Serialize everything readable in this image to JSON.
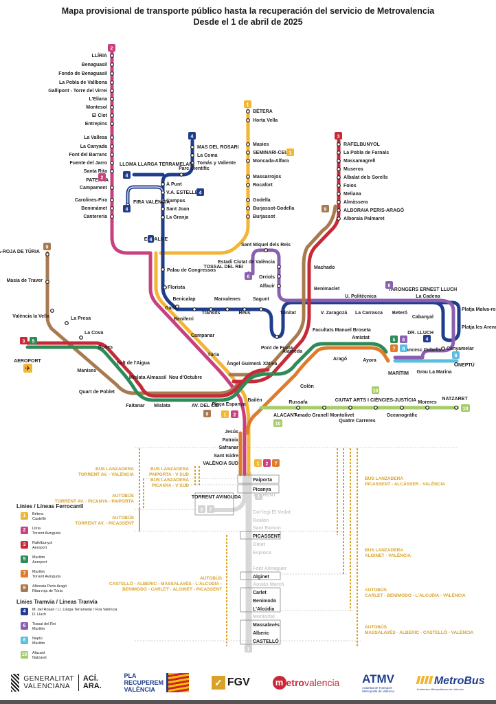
{
  "header": {
    "title": "Mapa provisional de transporte público hasta la recuperación del servicio de Metrovalencia",
    "subtitle": "Desde el 1 de abril de 2025"
  },
  "colors": {
    "line1": "#f2b535",
    "line2": "#c8407e",
    "line3": "#c72a37",
    "line4": "#1f3d8c",
    "line5": "#2e8b57",
    "line6": "#8a5fb0",
    "line7": "#e07b2a",
    "line8": "#5bbde0",
    "line9": "#a87a4f",
    "line10": "#a7cc6a",
    "bus": "#d9a227",
    "disabled": "#d3d3d3"
  },
  "line_badges": {
    "l2_top": "2",
    "l1_top": "1",
    "l4_masrosari": "4",
    "l4_lloma": "4",
    "l4_fira": "4",
    "l4_estelles": "4",
    "l1_seminari": "1",
    "l3_top": "3",
    "l9_alboraia": "9",
    "l9_ribaroja": "9",
    "l4_empalme": "4",
    "l6_tossal": "6",
    "l6_tarongers": "6",
    "l3_aero": "3",
    "l5_aero": "5",
    "l2_paterna": "2",
    "l4_drlluch": "4",
    "l5_maritim": "5",
    "l6_maritim": "6",
    "l7_maritim": "7",
    "l8_maritim": "8",
    "l8_neptu": "8",
    "l9_avcid": "9",
    "l10_ciutat": "10",
    "l10_natzaret": "10",
    "l10_alacant": "10",
    "l1_placa": "1",
    "l2_placa": "2",
    "l1_vsud": "1",
    "l2_vsud": "2",
    "l7_vsud": "7",
    "l1_torrent": "1",
    "l2_torrent": "2",
    "l7_torrent": "7",
    "l1_bottom": "1"
  },
  "stations": {
    "line2_north": [
      "LLÍRIA",
      "Benaguasil",
      "Fondo de Benaguasil",
      "La Pobla de Vallbona",
      "Gallipont - Torre del Virrei",
      "L'Eliana",
      "Montesol",
      "El Clot",
      "Entrepins",
      "La Vallesa",
      "La Canyada",
      "Font del Barranc",
      "Fuente del Jarro",
      "Santa Rita",
      "PATERNA",
      "Campament",
      "Carolines-Fira",
      "Benimàmet",
      "Cantereria"
    ],
    "line4_north": [
      "MAS DEL ROSARI",
      "La Coma",
      "Tomás y Valiente"
    ],
    "line4_center": [
      "LLOMA LLARGA TERRAMELAR",
      "Parc Científic",
      "À Punt",
      "V.A. ESTELLÉS",
      "Campus",
      "Sant Joan",
      "La Granja",
      "FIRA VALÈNCIA"
    ],
    "line1_north": [
      "BÉTERA",
      "Horta Vella",
      "Masies",
      "SEMINARI-CEU",
      "Moncada-Alfara",
      "Massarrojos",
      "Rocafort",
      "Godella",
      "Burjassot-Godella",
      "Burjassot"
    ],
    "line3_north": [
      "RAFELBUNYOL",
      "La Pobla de Farnals",
      "Massamagrell",
      "Museros",
      "Albalat dels Sorells",
      "Foios",
      "Meliana",
      "Almàssera",
      "ALBORAIA PERIS-ARAGÓ",
      "Alboraia Palmaret"
    ],
    "empalme": "EMPALME",
    "line4_city": [
      "Palau de Congressos",
      "Florista",
      "Garbí",
      "Benicalap",
      "Trànsits",
      "Marxalenes",
      "Reus",
      "Sagunt",
      "Pont de Fusta",
      "Trinitat"
    ],
    "line6": [
      "Sant Miquel dels Reis",
      "TOSSAL DEL REI",
      "Estadi Ciutat de València",
      "Orriols",
      "Alfauir"
    ],
    "line4_east": [
      "Benimaclet",
      "U. Politècnica",
      "V. Zaragozá",
      "TARONGERS ERNEST LLUCH",
      "La Carrasca",
      "Beteró",
      "La Cadena",
      "Cabanyal",
      "Platja Malva-rosa",
      "Platja les Arenes",
      "DR. LLUCH",
      "Canyamelar"
    ],
    "line9_west": [
      "RIBA-ROJA DE TÚRIA",
      "Masia de Traver",
      "València la Vella",
      "La Presa",
      "La Cova",
      "Roses"
    ],
    "airport_line": [
      "AEROPORT",
      "Manises",
      "Salt de l'Aigua",
      "Quart de Poblet",
      "Faitanar",
      "Mislata Almassil",
      "Mislata",
      "Nou d'Octubre",
      "AV. DEL CID"
    ],
    "line12_city": [
      "Beniferri",
      "Campanar",
      "Túria",
      "Àngel Guimerà",
      "Plaça Espanya",
      "Jesús",
      "Patraix",
      "Safranar",
      "Sant Isidre",
      "VALÈNCIA SUD"
    ],
    "center_east": [
      "Xàtiva",
      "Colón",
      "Alameda",
      "Machado",
      "Facultats Manuel Broseta",
      "Amistat",
      "Aragó",
      "Ayora",
      "MARÍTIM",
      "Francesc Cubells",
      "Grau La Marina",
      "NEPTÚ"
    ],
    "line10": [
      "Bailén",
      "ALACANT",
      "Russafa",
      "Amado Granell Montolivet",
      "Quatre Carreres",
      "CIUTAT ARTS I CIÈNCIES-JUSTÍCIA",
      "Oceanogràfic",
      "Moreres",
      "NATZARET"
    ],
    "south_active": [
      "Paiporta",
      "Picanya",
      "TORRENT AVINGUDA",
      "PICASSENT",
      "Alginet",
      "Carlet",
      "Benimodo",
      "L'Alcúdia",
      "Massalavés",
      "Alberic",
      "CASTELLÓ"
    ],
    "south_closed": [
      "TORRENT",
      "Col·legi El Vedat",
      "Realón",
      "Sant Ramon",
      "Omet",
      "Espioca",
      "Font Almaguer",
      "Ausiàs March",
      "Montortal"
    ]
  },
  "bus_services": {
    "b1": {
      "type": "BUS LANZADERA",
      "route": "TORRENT AV. - VALÈNCIA"
    },
    "b2": {
      "type": "BUS LANZADERA",
      "route": "PAIPORTA - V SUD"
    },
    "b3": {
      "type": "BUS LANZADERA",
      "route": "PICANYA - V SUD"
    },
    "b4": {
      "type": "AUTOBÚS",
      "route": "TORRENT AV. - PICANYA - PAIPORTA"
    },
    "b5": {
      "type": "AUTOBÚS",
      "route": "TORRENT AV. - PICASSENT"
    },
    "b6": {
      "type": "AUTOBÚS",
      "route1": "CASTELLÓ - ALBERIC - MASSALAVÉS - L'ALCUDIA -",
      "route2": "BENIMODO - CARLET - ALGINET - PICASSENT"
    },
    "b7": {
      "type": "BUS LANZADERA",
      "route": "PICASSENT - ALCÀSSER - VALÈNCIA"
    },
    "b8": {
      "type": "BUS LANZADERA",
      "route": "ALGINET - VALÈNCIA"
    },
    "b9": {
      "type": "AUTOBÚS",
      "route": "CARLET - BENIMODO - L'ALCUDIA - VALÈNCIA"
    },
    "b10": {
      "type": "AUTOBÚS",
      "route": "MASSALAVÉS - ALBERIC - CASTELLÓ - VALÈNCIA"
    }
  },
  "legend": {
    "rail_title": "Línies / Líneas Ferrocarril",
    "tram_title": "Línies Tramvia / Líneas Tranvía",
    "rail": [
      {
        "num": "1",
        "text1": "Bétera",
        "text2": "Castelló",
        "color": "#f2b535"
      },
      {
        "num": "2",
        "text1": "Llíria",
        "text2": "Torrent Avinguda",
        "color": "#c8407e"
      },
      {
        "num": "3",
        "text1": "Rafelbunyol",
        "text2": "Aeroport",
        "color": "#c72a37"
      },
      {
        "num": "5",
        "text1": "Marítim",
        "text2": "Aeroport",
        "color": "#2e8b57"
      },
      {
        "num": "7",
        "text1": "Marítim",
        "text2": "Torrent Avinguda",
        "color": "#e07b2a"
      },
      {
        "num": "9",
        "text1": "Alboraia Peris Aragó",
        "text2": "Riba-roja de Túria",
        "color": "#a87a4f"
      }
    ],
    "tram": [
      {
        "num": "4",
        "text1": "M. del Rosari / Ll. Llarga Terramelar / Fira València",
        "text2": "D. Lluch",
        "color": "#1f3d8c"
      },
      {
        "num": "6",
        "text1": "Tossal del Rei",
        "text2": "Marítim",
        "color": "#8a5fb0"
      },
      {
        "num": "8",
        "text1": "Neptú",
        "text2": "Marítim",
        "color": "#5bbde0"
      },
      {
        "num": "10",
        "text1": "Alacant",
        "text2": "Natzaret",
        "color": "#a7cc6a"
      }
    ]
  },
  "footer": {
    "gva1": "GENERALITAT",
    "gva2": "VALENCIANA",
    "aci1": "ACÍ.",
    "aci2": "ARA.",
    "pla1": "PLA",
    "pla2": "RECUPEREM",
    "pla3": "VALÈNCIA",
    "fgv": "FGV",
    "metro_m": "m",
    "metro_bold": "etro",
    "metro_rest": "valencia",
    "atmv": "ATMV",
    "atmv_sub1": "Autoritat de Transport",
    "atmv_sub2": "Metropolità de València",
    "metrobus": "MetroBus",
    "metrobus_sub": "Autobuses Metropolitanos de Valencia"
  }
}
